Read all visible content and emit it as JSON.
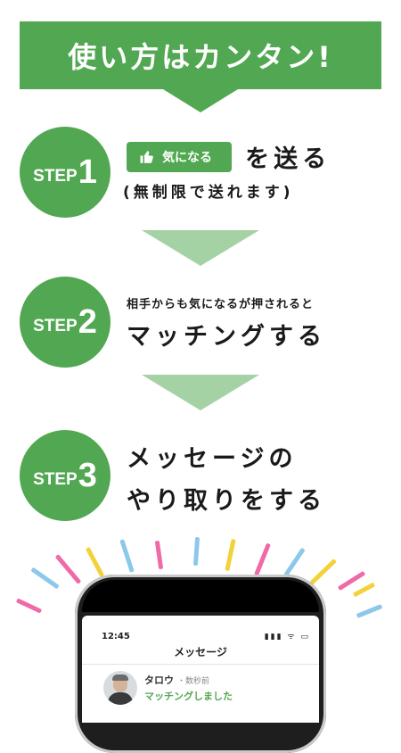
{
  "banner": {
    "title": "使い方はカンタン!"
  },
  "steps": [
    {
      "word": "STEP",
      "number": "1",
      "badge_label": "気になる",
      "text_suffix": "を送る",
      "subtext": "(無制限で送れます)"
    },
    {
      "word": "STEP",
      "number": "2",
      "subtext": "相手からも気になるが押されると",
      "text": "マッチングする"
    },
    {
      "word": "STEP",
      "number": "3",
      "line1": "メッセージの",
      "line2": "やり取りをする"
    }
  ],
  "phone": {
    "status_time": "12:45",
    "status_icons": "▮▮▮ ᯤ ▭",
    "screen_title": "メッセージ",
    "message": {
      "sender": "タロウ",
      "time": "・数秒前",
      "preview": "マッチングしました"
    }
  },
  "colors": {
    "accent": "#52a852",
    "arrow": "#a5d2a5",
    "ray_pink": "#f06aa8",
    "ray_blue": "#8cc8ea",
    "ray_yellow": "#f2d23a"
  }
}
